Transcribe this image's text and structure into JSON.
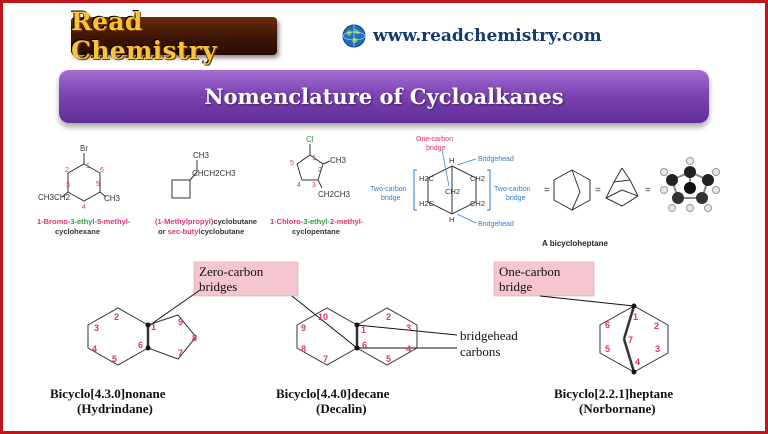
{
  "header": {
    "logo_text": "Read Chemistry",
    "site_url": "www.readchemistry.com"
  },
  "banner": {
    "title": "Nomenclature of  Cycloalkanes"
  },
  "examples": [
    {
      "substituents": [
        "Br",
        "CH3CH2",
        "CH3"
      ],
      "ring_numbers": [
        "1",
        "2",
        "3",
        "4",
        "5",
        "6"
      ],
      "name_parts": [
        "1-Bromo-",
        "3-ethyl-",
        "5-methyl-"
      ],
      "name_line2": "cyclohexane"
    },
    {
      "substituents": [
        "CH3",
        "CHCH2CH3"
      ],
      "name_line1_colored": "(1-Methylpropyl)",
      "name_line1_rest": "cyclobutane",
      "name_line2_prefix": "or ",
      "name_line2_colored": "sec-butyl",
      "name_line2_rest": "cyclobutane"
    },
    {
      "substituents": [
        "Cl",
        "CH3",
        "CH2CH3"
      ],
      "ring_numbers": [
        "1",
        "2",
        "3",
        "4",
        "5"
      ],
      "name_parts": [
        "1-Chloro-",
        "3-ethyl-",
        "2-methyl-"
      ],
      "name_line2": "cyclopentane"
    }
  ],
  "bicycloheptane": {
    "labels": {
      "one_carbon": "One-carbon",
      "bridge": "bridge",
      "bridgehead": "Bridgehead",
      "two_carbon": "Two-carbon",
      "h": "H",
      "c": "C",
      "h2c": "H2C",
      "ch2": "CH2",
      "equals": "="
    },
    "caption": "A bicycloheptane"
  },
  "structures": [
    {
      "name": "Bicyclo[4.3.0]nonane",
      "common": "(Hydrindane)",
      "numbers": [
        "1",
        "2",
        "3",
        "4",
        "5",
        "6",
        "7",
        "8",
        "9"
      ]
    },
    {
      "name": "Bicyclo[4.4.0]decane",
      "common": "(Decalin)",
      "numbers": [
        "1",
        "2",
        "3",
        "4",
        "5",
        "6",
        "7",
        "8",
        "9",
        "10"
      ]
    },
    {
      "name": "Bicyclo[2.2.1]heptane",
      "common": "(Norbornane)",
      "numbers": [
        "1",
        "2",
        "3",
        "4",
        "5",
        "6",
        "7"
      ]
    }
  ],
  "callouts": {
    "zero_carbon_1": "Zero-carbon",
    "zero_carbon_2": "bridges",
    "one_carbon_1": "One-carbon",
    "one_carbon_2": "bridge",
    "bridgehead_1": "bridgehead",
    "bridgehead_2": "carbons"
  },
  "colors": {
    "frame": "#c0141b",
    "banner": "#7d44b5",
    "callout_fill": "#f5c6cf",
    "number_pink": "#e0307a",
    "label_blue": "#2a7ec9"
  }
}
